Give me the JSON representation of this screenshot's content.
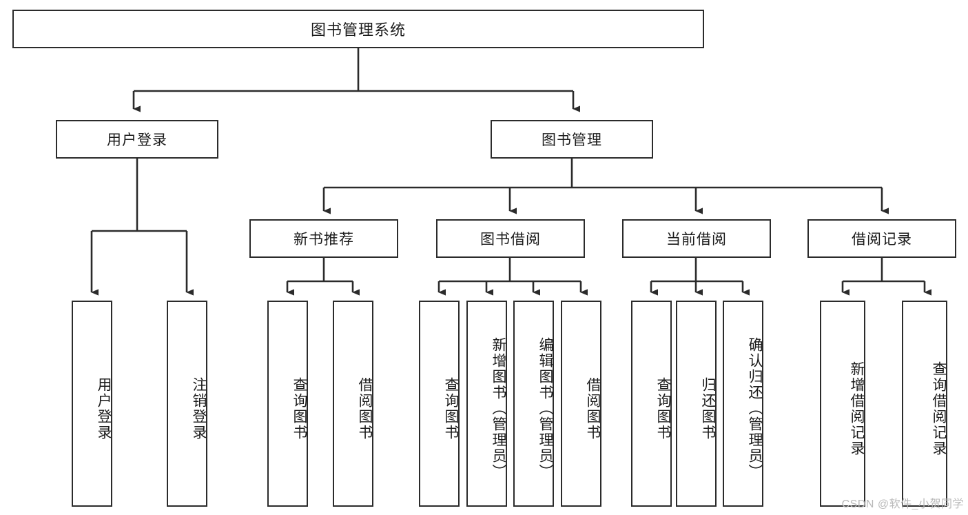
{
  "diagram": {
    "title": "图书管理系统",
    "type": "hierarchy-tree",
    "orientation": "top-down",
    "colors": {
      "stroke": "#2b2b2b",
      "fill": "#ffffff",
      "text": "#1b1b1b",
      "watermark": "#b9b9b9"
    },
    "root": {
      "label": "图书管理系统"
    },
    "level2": [
      {
        "label": "用户登录"
      },
      {
        "label": "图书管理"
      }
    ],
    "level3": [
      {
        "label": "新书推荐"
      },
      {
        "label": "图书借阅"
      },
      {
        "label": "当前借阅"
      },
      {
        "label": "借阅记录"
      }
    ],
    "leaves": {
      "user_login": [
        {
          "label": "用户登录"
        },
        {
          "label": "注销登录"
        }
      ],
      "new_book_recommend": [
        {
          "label": "查询图书"
        },
        {
          "label": "借阅图书"
        }
      ],
      "book_borrow": [
        {
          "label": "查询图书"
        },
        {
          "label": "新增图书（管理员）"
        },
        {
          "label": "编辑图书（管理员）"
        },
        {
          "label": "借阅图书"
        }
      ],
      "current_borrow": [
        {
          "label": "查询图书"
        },
        {
          "label": "归还图书"
        },
        {
          "label": "确认归还（管理员）"
        }
      ],
      "borrow_record": [
        {
          "label": "新增借阅记录"
        },
        {
          "label": "查询借阅记录"
        }
      ]
    }
  },
  "watermark": {
    "text": "CSDN @软件_小贺同学"
  }
}
